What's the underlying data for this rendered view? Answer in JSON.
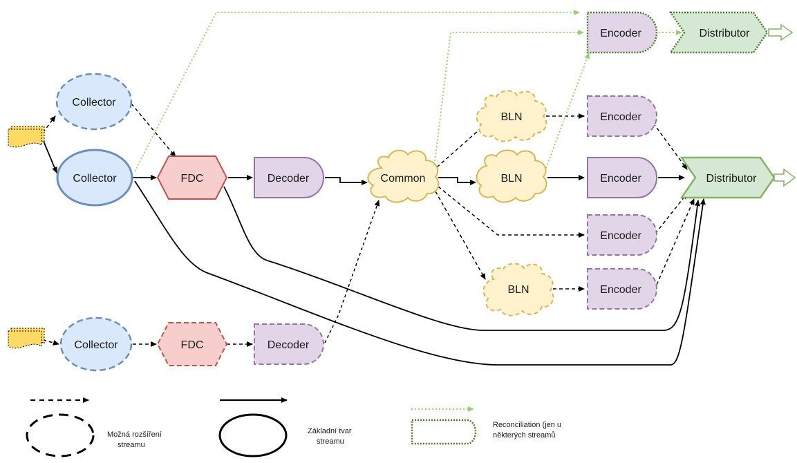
{
  "nodes": {
    "collector_top": "Collector",
    "collector_main": "Collector",
    "collector_bottom": "Collector",
    "fdc_main": "FDC",
    "fdc_bottom": "FDC",
    "decoder_main": "Decoder",
    "decoder_bottom": "Decoder",
    "common": "Common",
    "bln_1": "BLN",
    "bln_2": "BLN",
    "bln_3": "BLN",
    "encoder_recon": "Encoder",
    "encoder_1": "Encoder",
    "encoder_2": "Encoder",
    "encoder_3": "Encoder",
    "encoder_4": "Encoder",
    "distributor_recon": "Distributor",
    "distributor_main": "Distributor"
  },
  "legend": {
    "extension_line1": "Možná rozšíření",
    "extension_line2": "streamu",
    "basic_line1": "Základní tvar",
    "basic_line2": "streamu",
    "recon_line1": "Reconciliation (jen u",
    "recon_line2": "některých streamů"
  },
  "colors": {
    "blue_fill": "#dae8fc",
    "blue_stroke": "#6c8ebf",
    "red_fill": "#f8cecc",
    "red_stroke": "#b85450",
    "purple_fill": "#e1d5e7",
    "purple_stroke": "#9673a6",
    "yellow_fill": "#fff2cc",
    "yellow_stroke": "#d6b656",
    "green_fill": "#d5e8d4",
    "green_stroke": "#82b366",
    "recon_line": "#97d077",
    "dark_green": "#4a7a2a",
    "source_fill": "#ffd966"
  }
}
